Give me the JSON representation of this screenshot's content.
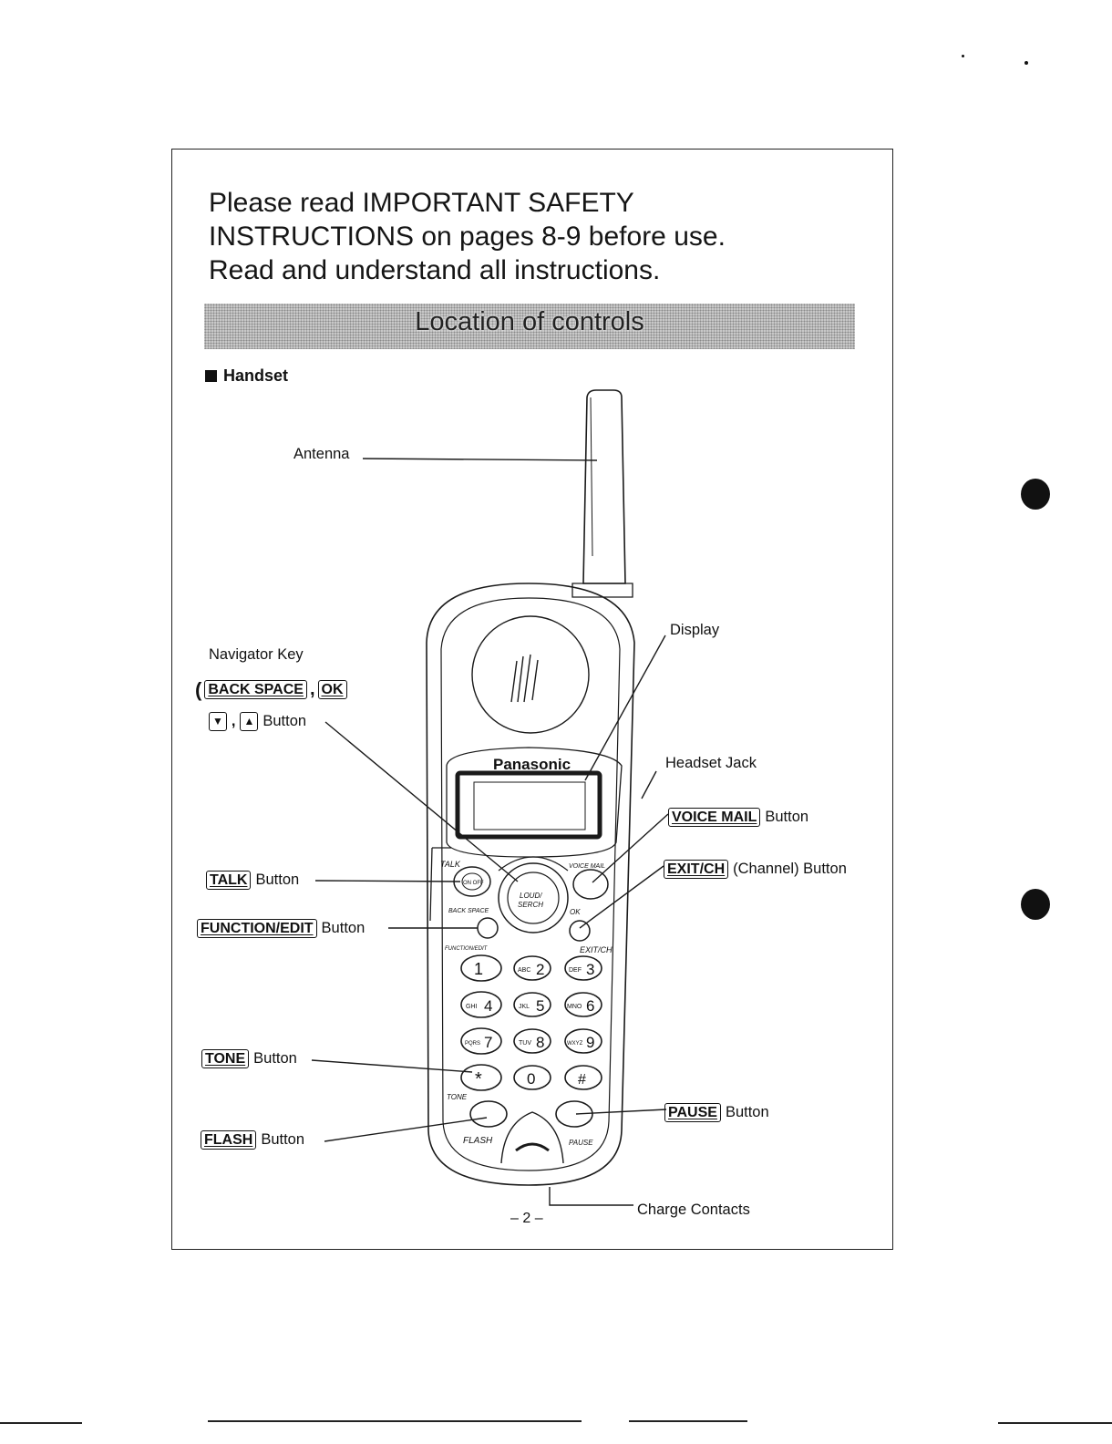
{
  "intro_lines": [
    "Please read IMPORTANT SAFETY",
    "INSTRUCTIONS on pages 8-9 before use.",
    "Read and understand all instructions."
  ],
  "section_banner": "Location of controls",
  "subsection": "Handset",
  "labels": {
    "antenna": "Antenna",
    "navigator_key": "Navigator Key",
    "back_space_key": "BACK SPACE",
    "comma": ",",
    "ok_key": "OK",
    "down_key": "▼",
    "up_key": "▲",
    "button_word": "Button",
    "display": "Display",
    "headset_jack": "Headset Jack",
    "voice_mail_key": "VOICE MAIL",
    "exit_ch_key": "EXIT/CH",
    "channel_suffix": "(Channel) Button",
    "talk_key": "TALK",
    "function_edit_key": "FUNCTION/EDIT",
    "tone_key": "TONE",
    "flash_key": "FLASH",
    "pause_key": "PAUSE",
    "charge_contacts": "Charge Contacts"
  },
  "phone": {
    "brand": "Panasonic",
    "talk_text": "TALK",
    "on_off": "ON OFF",
    "loud_search": [
      "LOUD/",
      "SERCH"
    ],
    "back_space_text": "BACK SPACE",
    "ok_text": "OK",
    "voice_mail_text": "VOICE MAIL",
    "function_edit_text": "FUNCTION/EDIT",
    "exit_ch_text": "EXIT/CH",
    "keypad": [
      {
        "digit": "1",
        "letters": ""
      },
      {
        "digit": "2",
        "letters": "ABC"
      },
      {
        "digit": "3",
        "letters": "DEF"
      },
      {
        "digit": "4",
        "letters": "GHI"
      },
      {
        "digit": "5",
        "letters": "JKL"
      },
      {
        "digit": "6",
        "letters": "MNO"
      },
      {
        "digit": "7",
        "letters": "PQRS"
      },
      {
        "digit": "8",
        "letters": "TUV"
      },
      {
        "digit": "9",
        "letters": "WXYZ"
      },
      {
        "digit": "*",
        "letters": ""
      },
      {
        "digit": "0",
        "letters": ""
      },
      {
        "digit": "#",
        "letters": ""
      }
    ],
    "tone_text": "TONE",
    "flash_text": "FLASH",
    "pause_text": "PAUSE"
  },
  "page_number": "– 2 –"
}
